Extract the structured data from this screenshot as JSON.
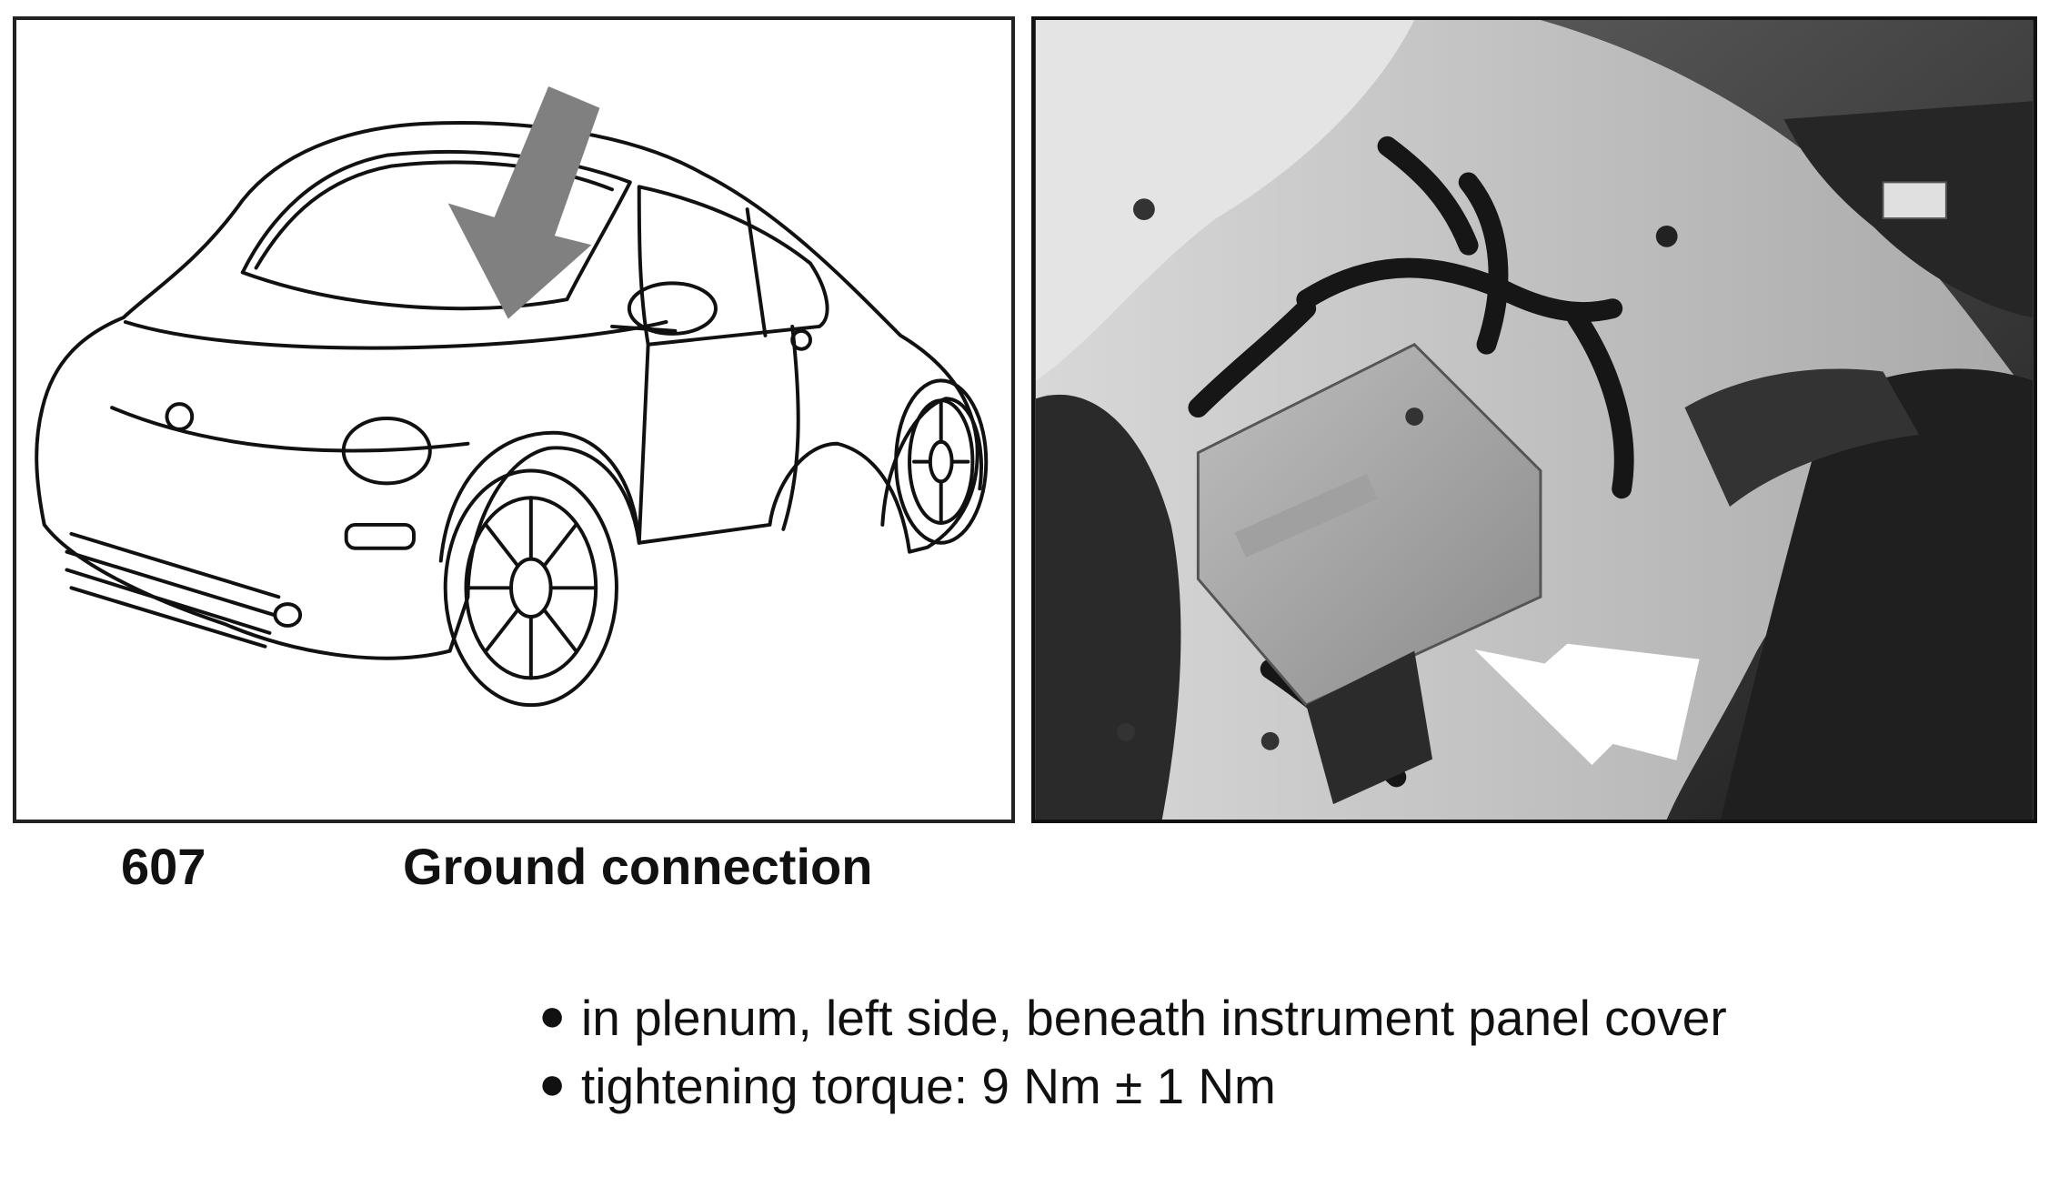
{
  "figure": {
    "number": "607",
    "title": "Ground connection"
  },
  "panels": {
    "drawing": {
      "subject": "car-line-drawing",
      "arrow": "dark-gray-arrow-down-toward-windshield"
    },
    "photo": {
      "subject": "plenum-photo-control-module",
      "arrow": "white-arrow-to-ground-point"
    }
  },
  "notes": [
    "in plenum, left side, beneath instrument panel cover",
    "tightening torque: 9 Nm ± 1 Nm"
  ],
  "colors": {
    "text": "#111111",
    "arrow_gray": "#808080",
    "photo_background": "#3a3a3a"
  }
}
